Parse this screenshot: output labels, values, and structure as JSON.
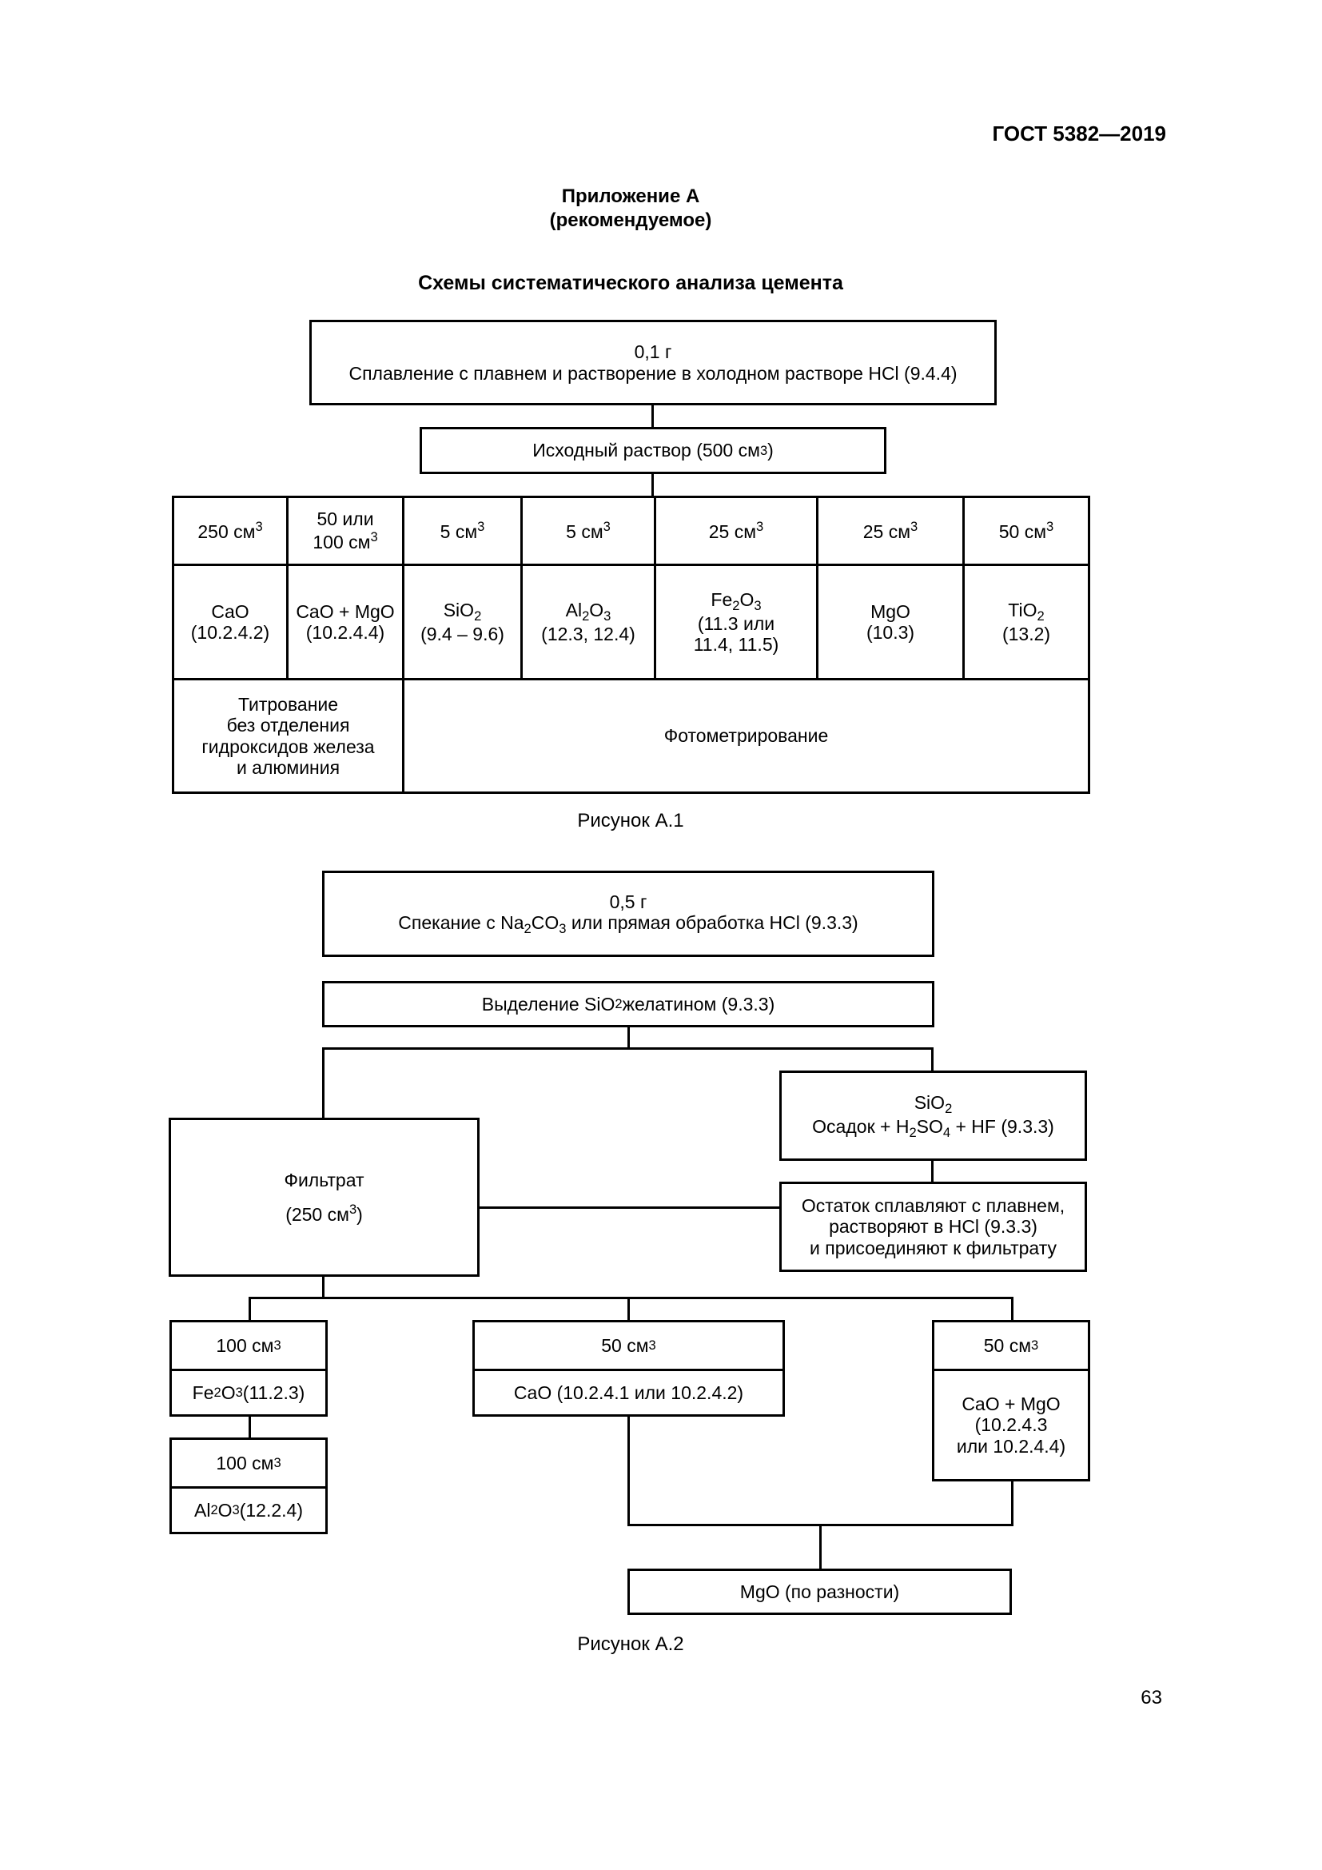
{
  "header": {
    "doc_code": "ГОСТ 5382—2019"
  },
  "appendix": {
    "title": "Приложение А",
    "subtitle": "(рекомендуемое)"
  },
  "section_title": "Схемы систематического анализа цемента",
  "fig1": {
    "top": {
      "line1": "0,1 г",
      "line2": "Сплавление с плавнем и растворение в холодном растворе HCl (9.4.4)"
    },
    "solution": {
      "text": "Исходный раствор (500 см",
      "sup": "3",
      "close": ")"
    },
    "volumes": [
      {
        "v": "250 см",
        "sup": "3"
      },
      {
        "pre": "50 или",
        "v": "100 см",
        "sup": "3"
      },
      {
        "v": "5 см",
        "sup": "3"
      },
      {
        "v": "5 см",
        "sup": "3"
      },
      {
        "v": "25 см",
        "sup": "3"
      },
      {
        "v": "25 см",
        "sup": "3"
      },
      {
        "v": "50 см",
        "sup": "3"
      }
    ],
    "analytes": [
      {
        "a": "CaO",
        "ref": "(10.2.4.2)"
      },
      {
        "a": "CaO + MgO",
        "ref": "(10.2.4.4)"
      },
      {
        "a": "SiO",
        "sub": "2",
        "ref": "(9.4 – 9.6)"
      },
      {
        "a1": "Al",
        "s1": "2",
        "a2": "O",
        "s2": "3",
        "ref": "(12.3, 12.4)"
      },
      {
        "a1": "Fe",
        "s1": "2",
        "a2": "O",
        "s2": "3",
        "ref1": "(11.3 или",
        "ref2": "11.4, 11.5)"
      },
      {
        "a": "MgO",
        "ref": "(10.3)"
      },
      {
        "a": "TiO",
        "sub": "2",
        "ref": "(13.2)"
      }
    ],
    "methods": {
      "titration": [
        "Титрование",
        "без отделения",
        "гидроксидов железа",
        "и алюминия"
      ],
      "photometry": "Фотометрирование"
    },
    "caption": "Рисунок А.1"
  },
  "fig2": {
    "top": {
      "line1": "0,5 г",
      "l2a": "Спекание с Na",
      "l2s1": "2",
      "l2b": "CO",
      "l2s2": "3",
      "l2c": " или прямая обработка HCl (9.3.3)"
    },
    "sio2_sep": {
      "a": "Выделение SiO",
      "s": "2",
      "b": " желатином (9.3.3)"
    },
    "precip": {
      "l1a": "SiO",
      "l1s": "2",
      "l2a": "Осадок + H",
      "l2s1": "2",
      "l2b": "SO",
      "l2s2": "4",
      "l2c": " + HF (9.3.3)"
    },
    "residue": [
      "Остаток сплавляют с плавнем,",
      "растворяют в HCl (9.3.3)",
      "и присоединяют к фильтрату"
    ],
    "filtrate": {
      "l1": "Фильтрат",
      "l2a": "(250 см",
      "l2s": "3",
      "l2b": ")"
    },
    "left1": {
      "v": "100 см",
      "sup": "3",
      "a": "Fe",
      "s1": "2",
      "b": "O",
      "s2": "3",
      "ref": " (11.2.3)"
    },
    "left2": {
      "v": "100 см",
      "sup": "3",
      "a": "Al",
      "s1": "2",
      "b": "O",
      "s2": "3",
      "ref": " (12.2.4)"
    },
    "mid": {
      "v": "50 см",
      "sup": "3",
      "text": "CaO (10.2.4.1 или 10.2.4.2)"
    },
    "right": {
      "v": "50 см",
      "sup": "3",
      "lines": [
        "CaO + MgO",
        "(10.2.4.3",
        "или 10.2.4.4)"
      ]
    },
    "mgo": "MgO (по разности)",
    "caption": "Рисунок А.2"
  },
  "page_number": "63"
}
